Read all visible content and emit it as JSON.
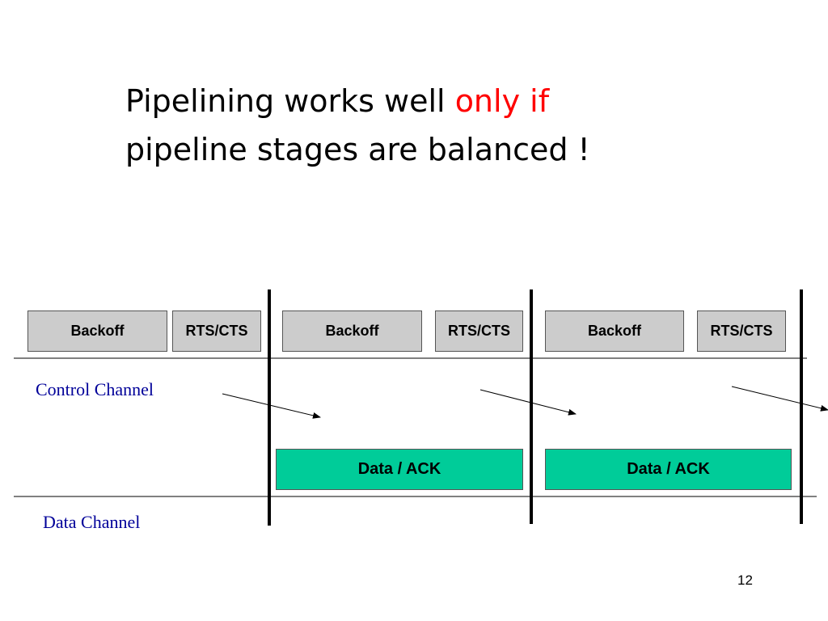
{
  "slide": {
    "title_line1_prefix": "Pipelining works well",
    "title_emphasis": "only if",
    "title_line2": "pipeline stages are balanced !",
    "emphasis_color": "#ff0000",
    "page_number": "12"
  },
  "diagram": {
    "control_channel_label": "Control Channel",
    "data_channel_label": "Data Channel",
    "control_blocks": [
      "Backoff",
      "RTS/CTS",
      "Backoff",
      "RTS/CTS",
      "Backoff",
      "RTS/CTS"
    ],
    "data_blocks": [
      "Data / ACK",
      "Data / ACK"
    ],
    "colors": {
      "control_block_fill": "#cccccc",
      "data_block_fill": "#00cc99",
      "label_color": "#000099"
    }
  }
}
